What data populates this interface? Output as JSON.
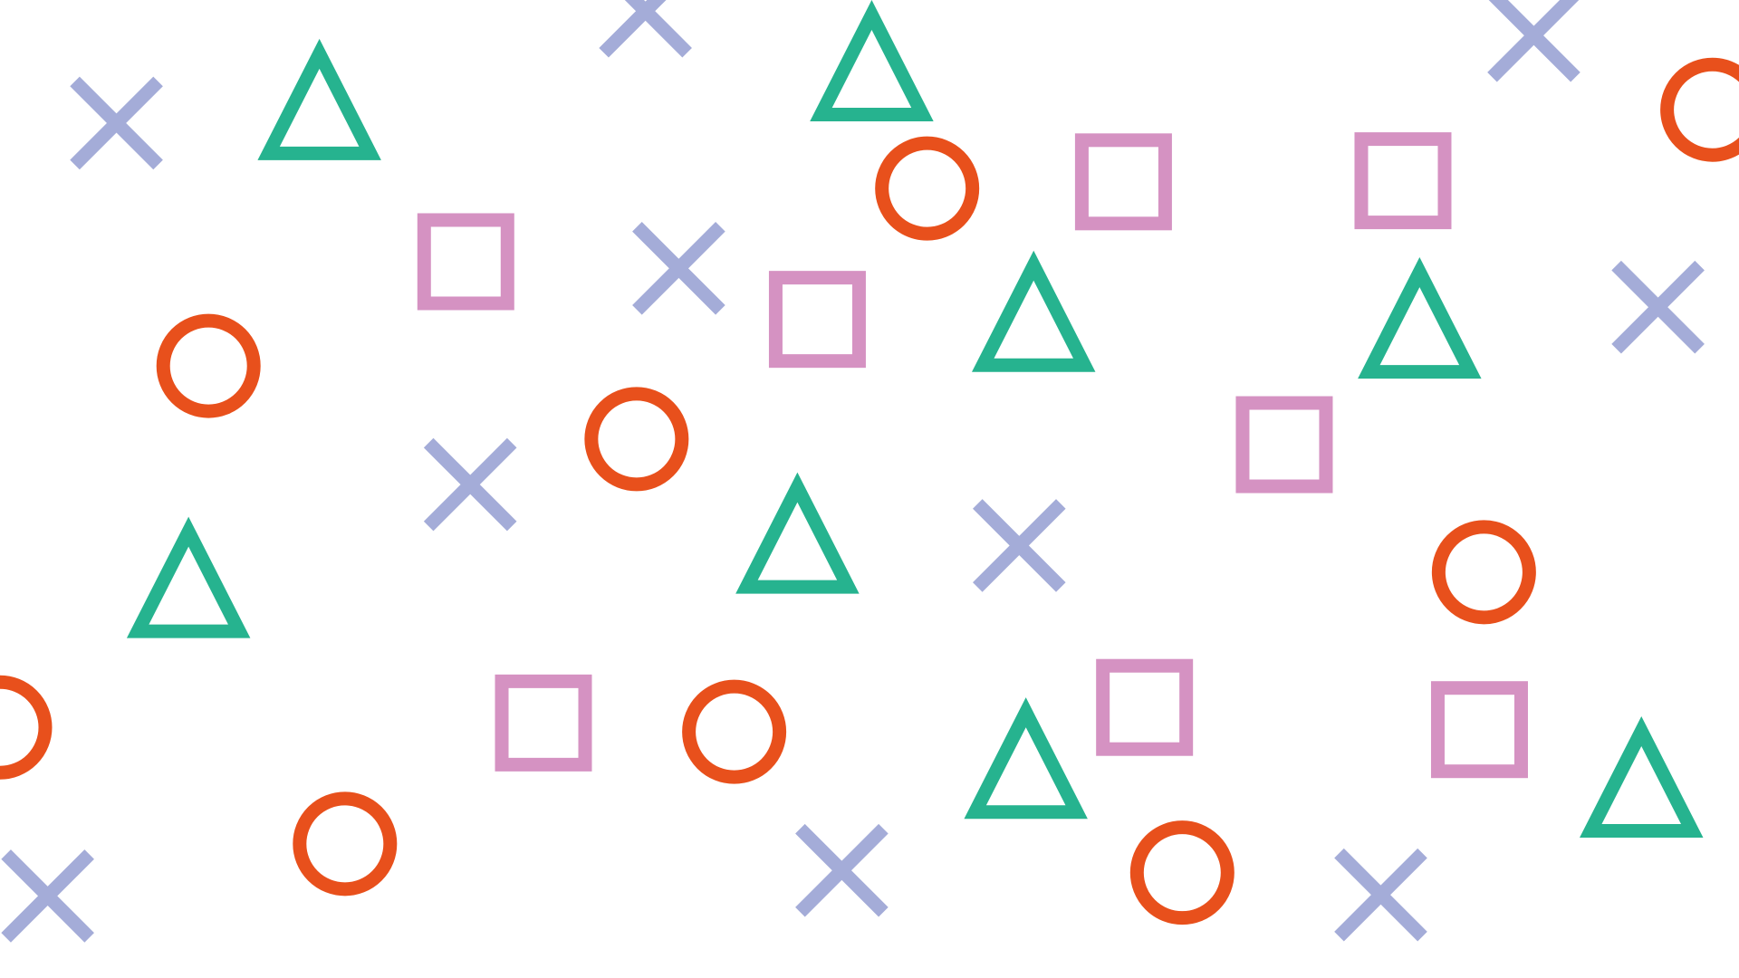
{
  "background": "#ffffff",
  "palette": {
    "triangle": "#26b38f",
    "circle": "#e8501c",
    "square": "#d592c2",
    "cross": "#a4acd8"
  },
  "shape_types": [
    "triangle",
    "circle",
    "square",
    "cross"
  ]
}
